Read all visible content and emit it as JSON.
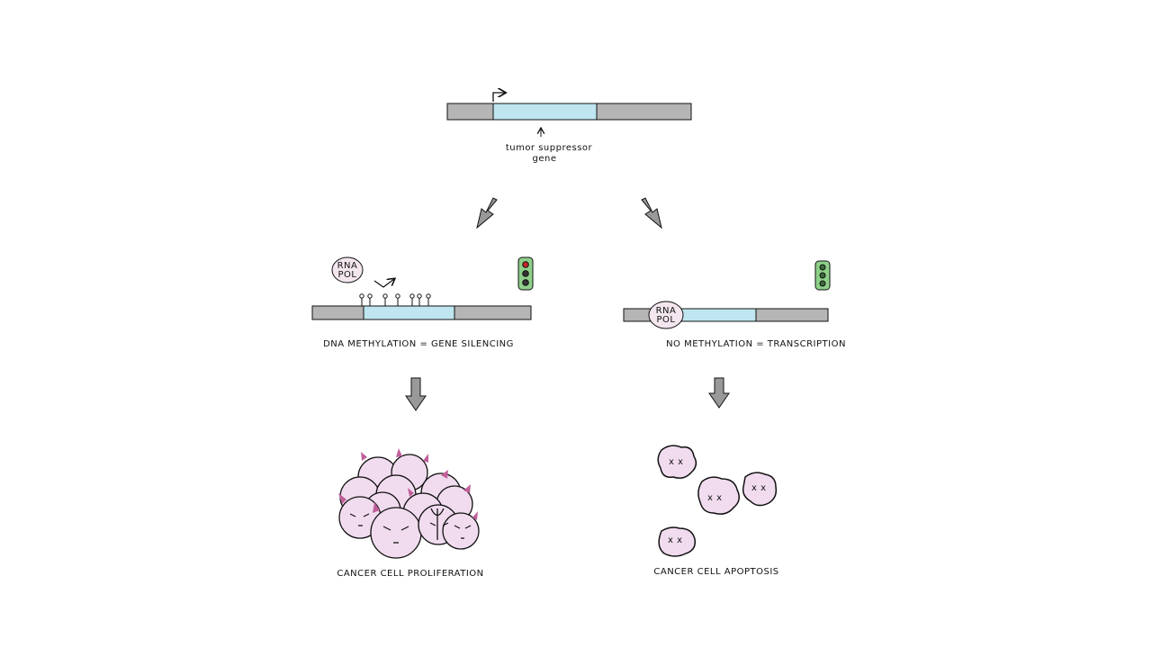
{
  "top_gene": {
    "label_line1": "tumor suppressor",
    "label_line2": "gene"
  },
  "left_branch": {
    "polymerase_line1": "RNA",
    "polymerase_line2": "POL",
    "caption": "DNA METHYLATION = GENE SILENCING",
    "outcome": "CANCER CELL PROLIFERATION",
    "signal": "red"
  },
  "right_branch": {
    "polymerase_line1": "RNA",
    "polymerase_line2": "POL",
    "caption": "NO METHYLATION = TRANSCRIPTION",
    "outcome": "CANCER CELL APOPTOSIS",
    "signal": "green"
  },
  "colors": {
    "gene": "#bfe6f0",
    "flank": "#b5b5b5",
    "cell": "#f1dcef",
    "horn": "#c0609a",
    "light": "#8fd08a",
    "red": "#c0262a"
  }
}
